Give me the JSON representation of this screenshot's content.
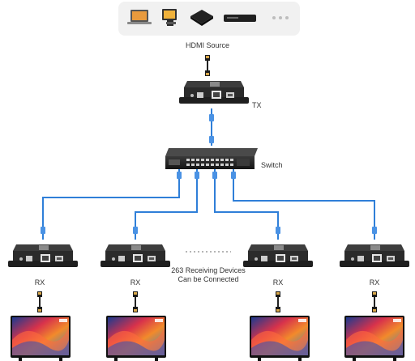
{
  "source": {
    "label": "HDMI Source",
    "devices": [
      "laptop-icon",
      "desktop-computer-icon",
      "streaming-box-icon",
      "media-player-icon",
      "more-icon"
    ]
  },
  "transmitter": {
    "label": "TX"
  },
  "switch": {
    "label": "Switch"
  },
  "receivers": [
    {
      "label": "RX"
    },
    {
      "label": "RX"
    },
    {
      "label": "RX"
    },
    {
      "label": "RX"
    }
  ],
  "note": {
    "line1": "263 Receiving Devices",
    "line2": "Can be Connected"
  },
  "colors": {
    "cable": "#2f7fd8",
    "device_body": "#2b2b2b",
    "source_panel": "#f1f1f1"
  }
}
